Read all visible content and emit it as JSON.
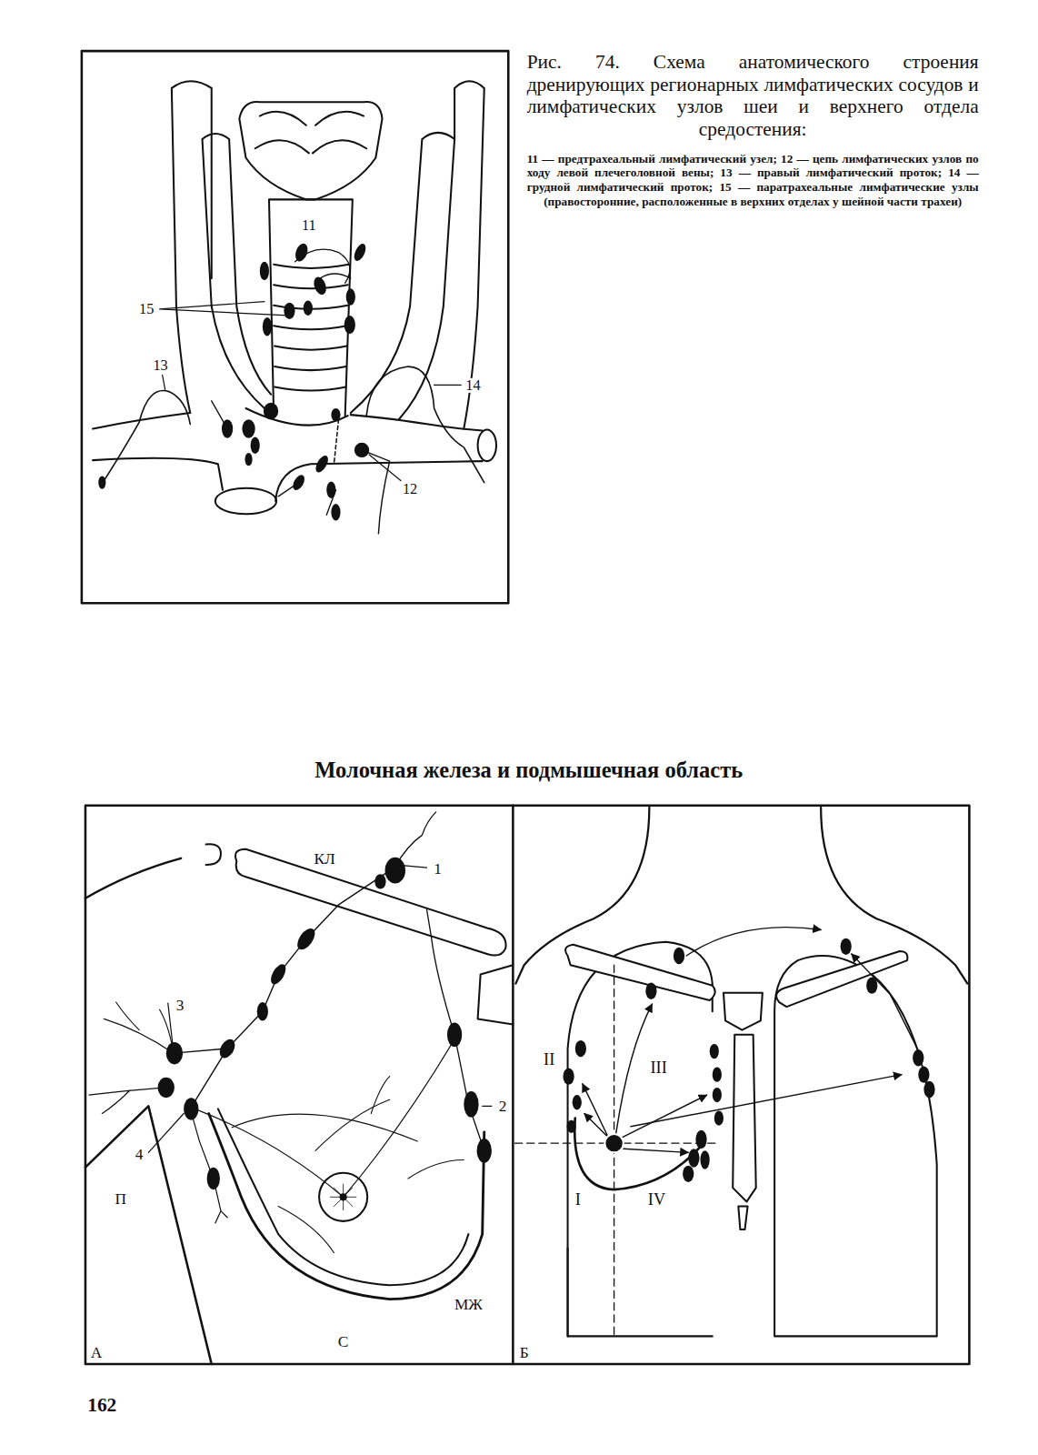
{
  "diagram": {
    "title": "Молочная железа и подмышечная область",
    "caption": "Рис. 74. Схема анатомического строения дренирующих регионарных лимфатических сосудов и лимфатических узлов шеи и верхнего отдела средостения:",
    "labels": [
      "11 — предтрахеальный лимфатический узел; 12 — цепь лимфатических узлов по ходу левой плечеголовной вены; 13 — правый лимфатический проток; 14 — грудной лимфатический проток; 15 — паратрахеальные лимфатические узлы (правосторонние, расположенные в верхних отделах у шейной части трахеи)",
      "11",
      "15",
      "13",
      "14",
      "12",
      "КЛ",
      "1",
      "3",
      "2",
      "4",
      "П",
      "С",
      "МЖ",
      "А",
      "II",
      "III",
      "I",
      "IV",
      "Б",
      "162"
    ]
  }
}
